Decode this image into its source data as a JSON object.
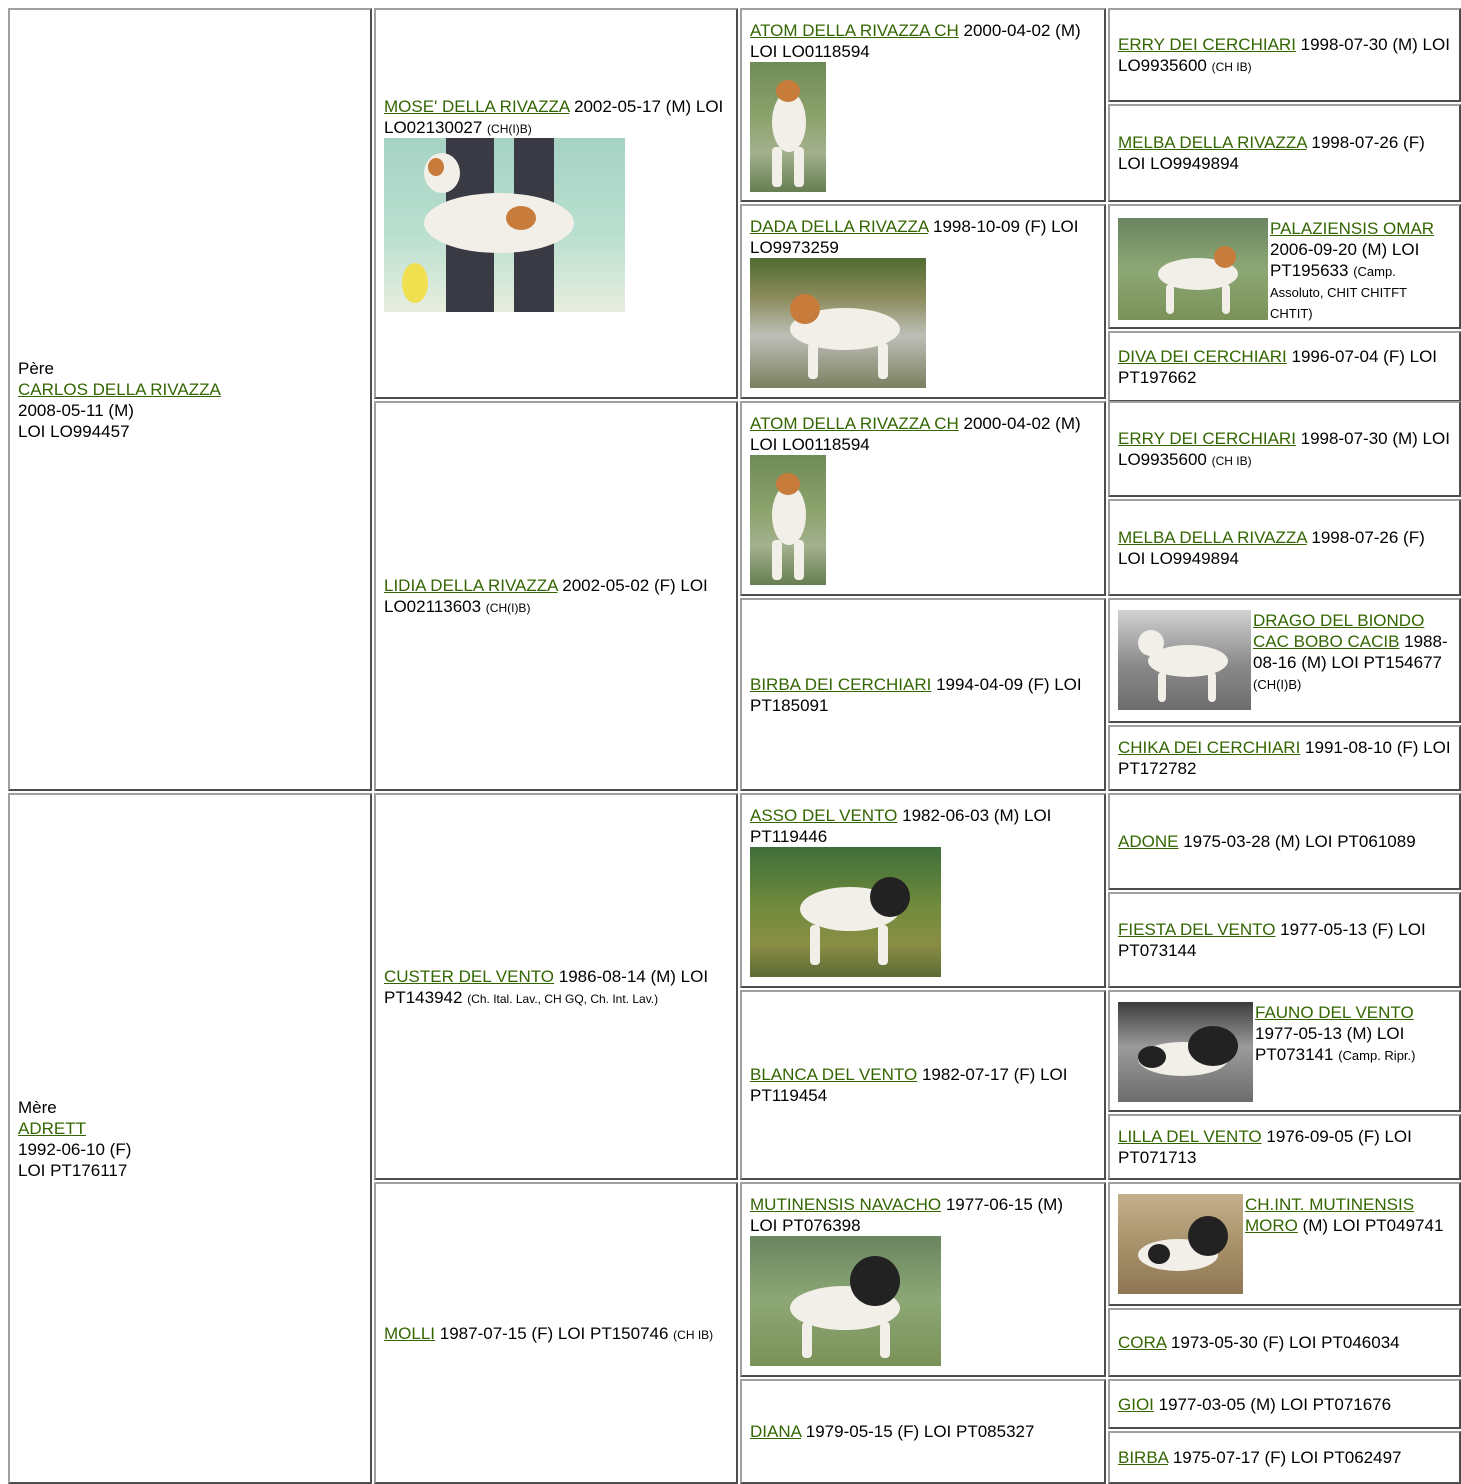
{
  "sire": {
    "role": "Père",
    "name": "CARLOS DELLA RIVAZZA",
    "line1": "2008-05-11 (M)",
    "line2": "LOI LO994457"
  },
  "dam": {
    "role": "Mère",
    "name": "ADRETT",
    "line1": "1992-06-10 (F)",
    "line2": "LOI PT176117"
  },
  "gen2": [
    {
      "name": "MOSE' DELLA RIVAZZA",
      "info": " 2002-05-17 (M) LOI LO02130027 ",
      "title": "(CH(I)B)"
    },
    {
      "name": "LIDIA DELLA RIVAZZA",
      "info": " 2002-05-02 (F) LOI LO02113603 ",
      "title": "(CH(I)B)"
    },
    {
      "name": "CUSTER DEL VENTO",
      "info": " 1986-08-14 (M) LOI PT143942 ",
      "title": "(Ch. Ital. Lav., CH GQ, Ch. Int. Lav.)"
    },
    {
      "name": "MOLLI",
      "info": " 1987-07-15 (F) LOI PT150746 ",
      "title": "(CH IB)"
    }
  ],
  "gen3": [
    {
      "name": "ATOM DELLA RIVAZZA CH",
      "info": " 2000-04-02 (M) LOI LO0118594",
      "title": ""
    },
    {
      "name": "DADA DELLA RIVAZZA",
      "info": " 1998-10-09 (F) LOI LO9973259",
      "title": ""
    },
    {
      "name": "ATOM DELLA RIVAZZA CH",
      "info": " 2000-04-02 (M) LOI LO0118594",
      "title": ""
    },
    {
      "name": "BIRBA DEI CERCHIARI",
      "info": " 1994-04-09 (F) LOI PT185091",
      "title": ""
    },
    {
      "name": "ASSO DEL VENTO",
      "info": " 1982-06-03 (M) LOI PT119446",
      "title": ""
    },
    {
      "name": "BLANCA DEL VENTO",
      "info": " 1982-07-17 (F) LOI PT119454",
      "title": ""
    },
    {
      "name": "MUTINENSIS NAVACHO",
      "info": " 1977-06-15 (M) LOI PT076398",
      "title": ""
    },
    {
      "name": "DIANA",
      "info": " 1979-05-15 (F) LOI PT085327",
      "title": ""
    }
  ],
  "gen4": [
    {
      "name": "ERRY DEI CERCHIARI",
      "info": " 1998-07-30 (M) LOI LO9935600 ",
      "title": "(CH IB)"
    },
    {
      "name": "MELBA DELLA RIVAZZA",
      "info": " 1998-07-26 (F) LOI LO9949894",
      "title": ""
    },
    {
      "name": "PALAZIENSIS OMAR",
      "info": " 2006-09-20 (M) LOI PT195633 ",
      "title": "(Camp. Assoluto, CHIT CHITFT CHTIT)"
    },
    {
      "name": "DIVA DEI CERCHIARI",
      "info": " 1996-07-04 (F) LOI PT197662",
      "title": ""
    },
    {
      "name": "ERRY DEI CERCHIARI",
      "info": " 1998-07-30 (M) LOI LO9935600 ",
      "title": "(CH IB)"
    },
    {
      "name": "MELBA DELLA RIVAZZA",
      "info": " 1998-07-26 (F) LOI LO9949894",
      "title": ""
    },
    {
      "name": "DRAGO DEL BIONDO CAC BOBO CACIB",
      "info": " 1988-08-16 (M) LOI PT154677 ",
      "title": "(CH(I)B)"
    },
    {
      "name": "CHIKA DEI CERCHIARI",
      "info": " 1991-08-10 (F) LOI PT172782",
      "title": ""
    },
    {
      "name": "ADONE",
      "info": " 1975-03-28 (M) LOI PT061089",
      "title": ""
    },
    {
      "name": "FIESTA DEL VENTO",
      "info": " 1977-05-13 (F) LOI PT073144",
      "title": ""
    },
    {
      "name": "FAUNO DEL VENTO",
      "info": " 1977-05-13 (M) LOI PT073141 ",
      "title": "(Camp. Ripr.)"
    },
    {
      "name": "LILLA DEL VENTO",
      "info": " 1976-09-05 (F) LOI PT071713",
      "title": ""
    },
    {
      "name": "CH.INT. MUTINENSIS MORO",
      "info": " (M) LOI PT049741",
      "title": ""
    },
    {
      "name": "CORA",
      "info": " 1973-05-30 (F) LOI PT046034",
      "title": ""
    },
    {
      "name": "GIOI",
      "info": " 1977-03-05 (M) LOI PT071676",
      "title": ""
    },
    {
      "name": "BIRBA",
      "info": " 1975-07-17 (F) LOI PT062497",
      "title": ""
    }
  ]
}
